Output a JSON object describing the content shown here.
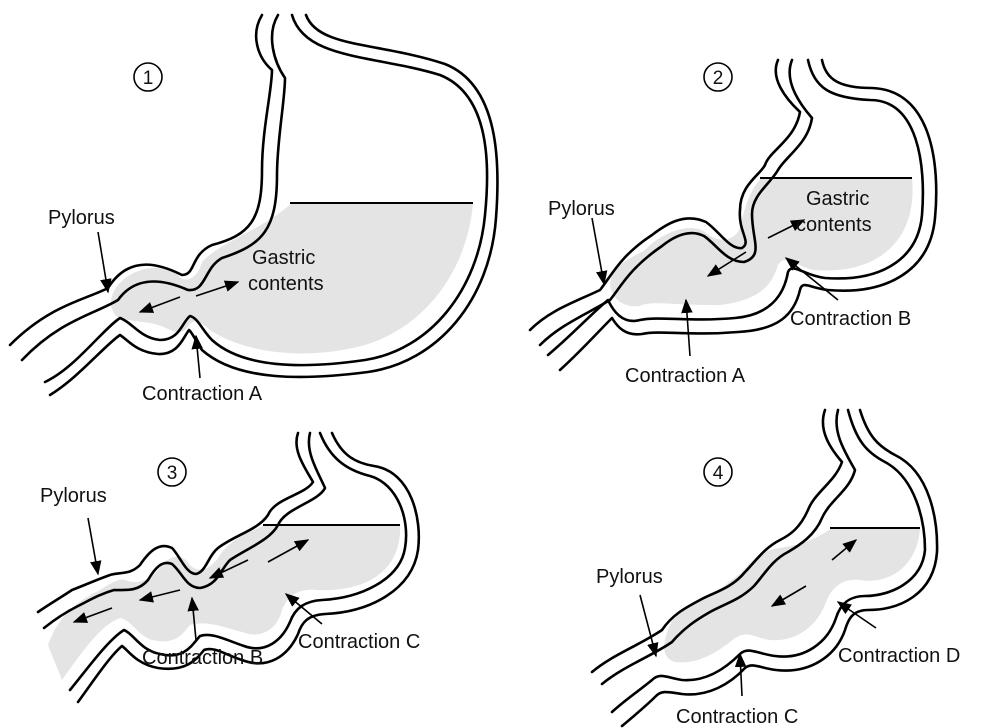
{
  "panels": [
    {
      "number": "1",
      "pylorus_label": "Pylorus",
      "contents_label_line1": "Gastric",
      "contents_label_line2": "contents",
      "contraction_labels": [
        "Contraction A"
      ]
    },
    {
      "number": "2",
      "pylorus_label": "Pylorus",
      "contents_label_line1": "Gastric",
      "contents_label_line2": "contents",
      "contraction_labels": [
        "Contraction A",
        "Contraction B"
      ]
    },
    {
      "number": "3",
      "pylorus_label": "Pylorus",
      "contraction_labels": [
        "Contraction B",
        "Contraction C"
      ]
    },
    {
      "number": "4",
      "pylorus_label": "Pylorus",
      "contraction_labels": [
        "Contraction C",
        "Contraction D"
      ]
    }
  ],
  "colors": {
    "outline": "#000000",
    "contents_fill": "#e4e4e4",
    "background": "#ffffff"
  }
}
